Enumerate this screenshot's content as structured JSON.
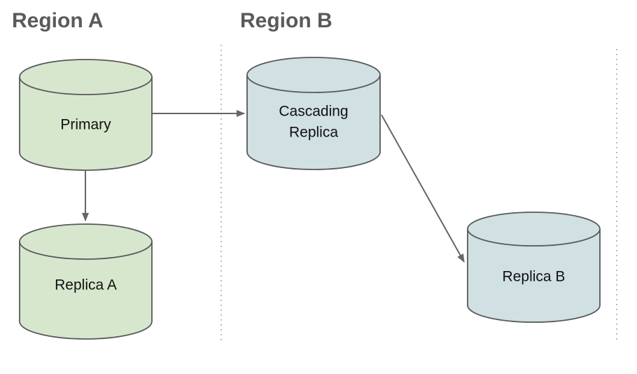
{
  "regions": {
    "region_a": {
      "label": "Region A"
    },
    "region_b": {
      "label": "Region B"
    }
  },
  "nodes": {
    "primary": {
      "label": "Primary",
      "type": "database-cylinder"
    },
    "replica_a": {
      "label": "Replica A",
      "type": "database-cylinder"
    },
    "cascading_replica": {
      "line1": "Cascading",
      "line2": "Replica",
      "type": "database-cylinder"
    },
    "replica_b": {
      "label": "Replica B",
      "type": "database-cylinder"
    }
  },
  "edges": [
    {
      "from": "primary",
      "to": "cascading_replica"
    },
    {
      "from": "primary",
      "to": "replica_a"
    },
    {
      "from": "cascading_replica",
      "to": "replica_b"
    }
  ],
  "colors": {
    "node_green": "#d7e7ce",
    "node_blue": "#d0e0e3",
    "node_stroke": "#595959",
    "arrow": "#666666",
    "divider": "#999999",
    "heading_text": "#5a5a5a",
    "label_text": "#111111"
  }
}
